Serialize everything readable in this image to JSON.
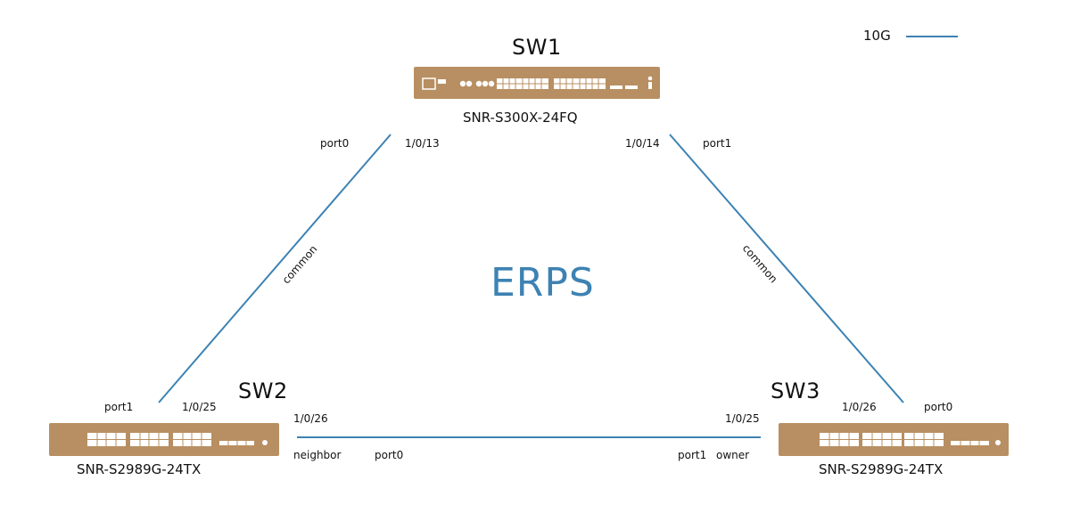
{
  "legend": {
    "speed": "10G",
    "link_color": "#3d82b3"
  },
  "center_label": "ERPS",
  "colors": {
    "device_body": "#b88f62",
    "device_ports": "#ffffff",
    "link": "#3d82b3",
    "erps_text": "#3d82b3"
  },
  "switches": {
    "sw1": {
      "name": "SW1",
      "model": "SNR-S300X-24FQ"
    },
    "sw2": {
      "name": "SW2",
      "model": "SNR-S2989G-24TX"
    },
    "sw3": {
      "name": "SW3",
      "model": "SNR-S2989G-24TX"
    }
  },
  "links": {
    "sw1_sw2": {
      "role": "common",
      "sw1_port_role": "port0",
      "sw1_port": "1/0/13",
      "sw2_port_role": "port1",
      "sw2_port": "1/0/25"
    },
    "sw1_sw3": {
      "role": "common",
      "sw1_port_role": "port1",
      "sw1_port": "1/0/14",
      "sw3_port_role": "port0",
      "sw3_port": "1/0/26"
    },
    "sw2_sw3": {
      "sw2_port": "1/0/26",
      "sw2_role": "neighbor",
      "sw2_port_role": "port0",
      "sw3_port": "1/0/25",
      "sw3_port_role": "port1",
      "sw3_role": "owner"
    }
  }
}
